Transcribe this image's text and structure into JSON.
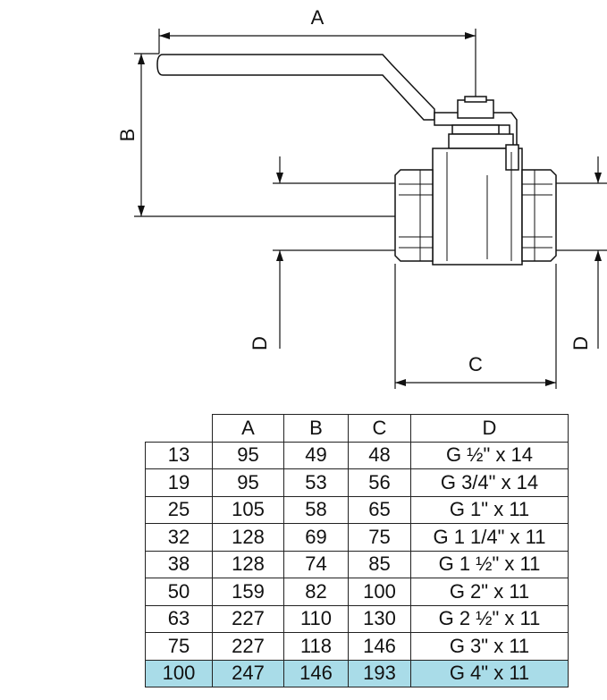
{
  "drawing": {
    "labels": {
      "A": "A",
      "B": "B",
      "C": "C",
      "D_left": "D",
      "D_right": "D"
    }
  },
  "table": {
    "headers": [
      "",
      "A",
      "B",
      "C",
      "D"
    ],
    "rows": [
      [
        "13",
        "95",
        "49",
        "48",
        "G ½\" x 14"
      ],
      [
        "19",
        "95",
        "53",
        "56",
        "G 3/4\" x 14"
      ],
      [
        "25",
        "105",
        "58",
        "65",
        "G 1\" x 11"
      ],
      [
        "32",
        "128",
        "69",
        "75",
        "G 1 1/4\" x 11"
      ],
      [
        "38",
        "128",
        "74",
        "85",
        "G 1 ½\" x 11"
      ],
      [
        "50",
        "159",
        "82",
        "100",
        "G 2\" x 11"
      ],
      [
        "63",
        "227",
        "110",
        "130",
        "G 2 ½\" x 11"
      ],
      [
        "75",
        "227",
        "118",
        "146",
        "G 3\" x 11"
      ],
      [
        "100",
        "247",
        "146",
        "193",
        "G 4\" x 11"
      ]
    ],
    "highlight_row_label": "100",
    "highlight_color": "#a9dce8"
  }
}
